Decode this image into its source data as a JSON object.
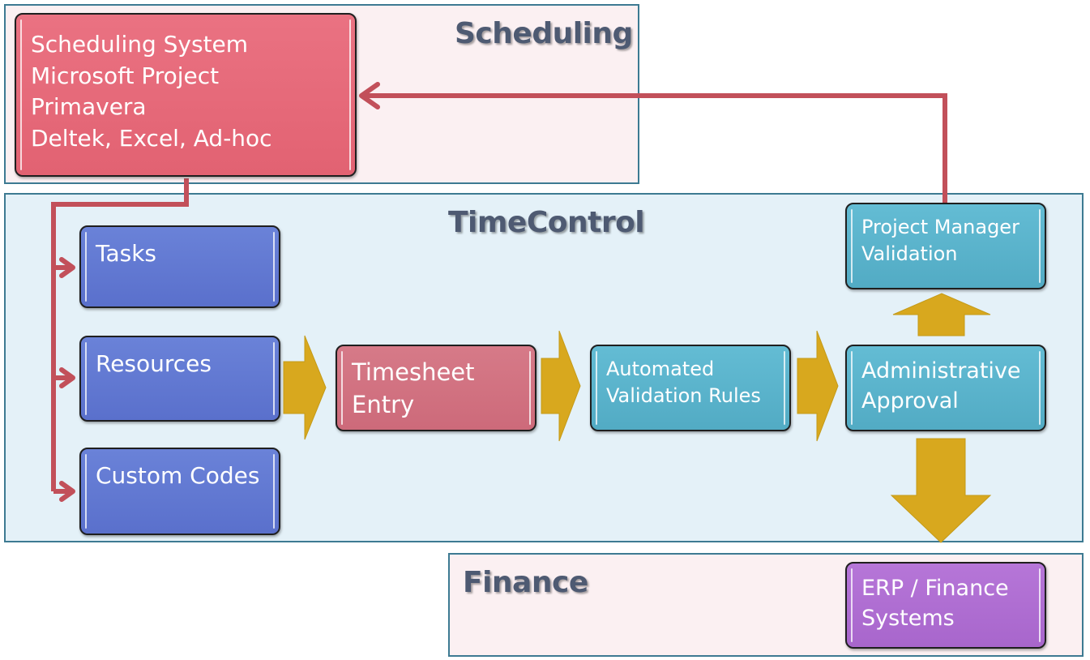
{
  "regions": {
    "scheduling": {
      "title": "Scheduling"
    },
    "timecontrol": {
      "title": "TimeControl"
    },
    "finance": {
      "title": "Finance"
    }
  },
  "boxes": {
    "scheduling_system": {
      "lines": [
        "Scheduling System",
        "Microsoft Project",
        "Primavera",
        "Deltek, Excel, Ad-hoc"
      ]
    },
    "tasks": {
      "lines": [
        "Tasks"
      ]
    },
    "resources": {
      "lines": [
        "Resources"
      ]
    },
    "custom_codes": {
      "lines": [
        "Custom Codes"
      ]
    },
    "timesheet_entry": {
      "lines": [
        "Timesheet",
        "Entry"
      ]
    },
    "automated_validation": {
      "lines": [
        "Automated",
        "Validation Rules"
      ]
    },
    "administrative_approval": {
      "lines": [
        "Administrative",
        "Approval"
      ]
    },
    "pm_validation": {
      "lines": [
        "Project Manager",
        "Validation"
      ]
    },
    "erp_finance": {
      "lines": [
        "ERP / Finance",
        "Systems"
      ]
    }
  },
  "colors": {
    "scheduling_bg": "#fbf0f2",
    "timecontrol_bg": "#e4f1f8",
    "finance_bg": "#fbf0f2",
    "arrow_red": "#c2505a",
    "arrow_gold": "#d8a81e"
  }
}
